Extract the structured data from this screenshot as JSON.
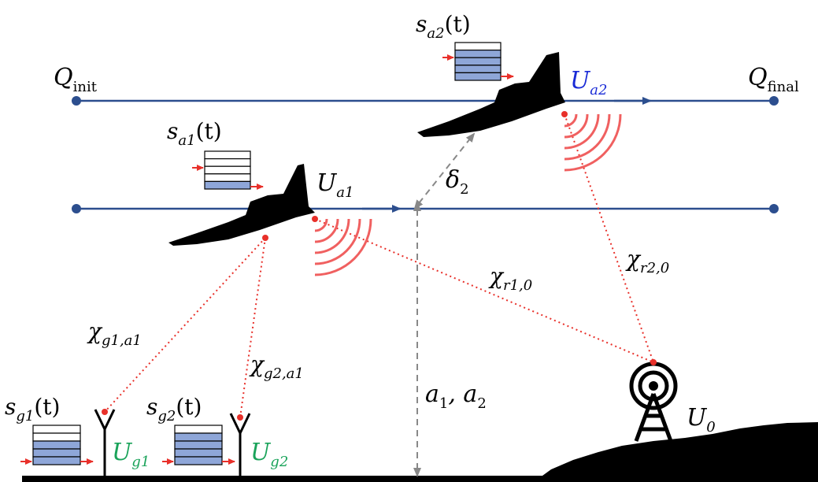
{
  "colors": {
    "trajectory": "#2c4e8e",
    "signal": "#e8302a",
    "wave": "#f06060",
    "queue_fill": "#8ea6d8",
    "ground_user": "#1aa35a",
    "aerial_user_2": "#1a2bd6",
    "ink": "#000000"
  },
  "waypoints": {
    "initial": {
      "main": "Q",
      "sub": "init"
    },
    "final": {
      "main": "Q",
      "sub": "final"
    }
  },
  "aerial_users": [
    {
      "main": "U",
      "sub": "a1",
      "queue_main": "s",
      "queue_sub": "a1",
      "queue_arg": "(t)",
      "queue_filled_slots": 1
    },
    {
      "main": "U",
      "sub": "a2",
      "queue_main": "s",
      "queue_sub": "a2",
      "queue_arg": "(t)",
      "queue_filled_slots": 4
    }
  ],
  "ground_users": [
    {
      "main": "U",
      "sub": "g1",
      "queue_main": "s",
      "queue_sub": "g1",
      "queue_arg": "(t)",
      "queue_filled_slots": 3
    },
    {
      "main": "U",
      "sub": "g2",
      "queue_main": "s",
      "queue_sub": "g2",
      "queue_arg": "(t)",
      "queue_filled_slots": 4
    }
  ],
  "base_station": {
    "main": "U",
    "sub": "0"
  },
  "links": [
    {
      "main": "χ",
      "sub": "r1,0"
    },
    {
      "main": "χ",
      "sub": "r2,0"
    },
    {
      "main": "χ",
      "sub": "g1,a1"
    },
    {
      "main": "χ",
      "sub": "g2,a1"
    }
  ],
  "separation": {
    "main": "δ",
    "sub": "2"
  },
  "altitude": {
    "text": "a",
    "sub1": "1",
    "mid": ", a",
    "sub2": "2"
  }
}
